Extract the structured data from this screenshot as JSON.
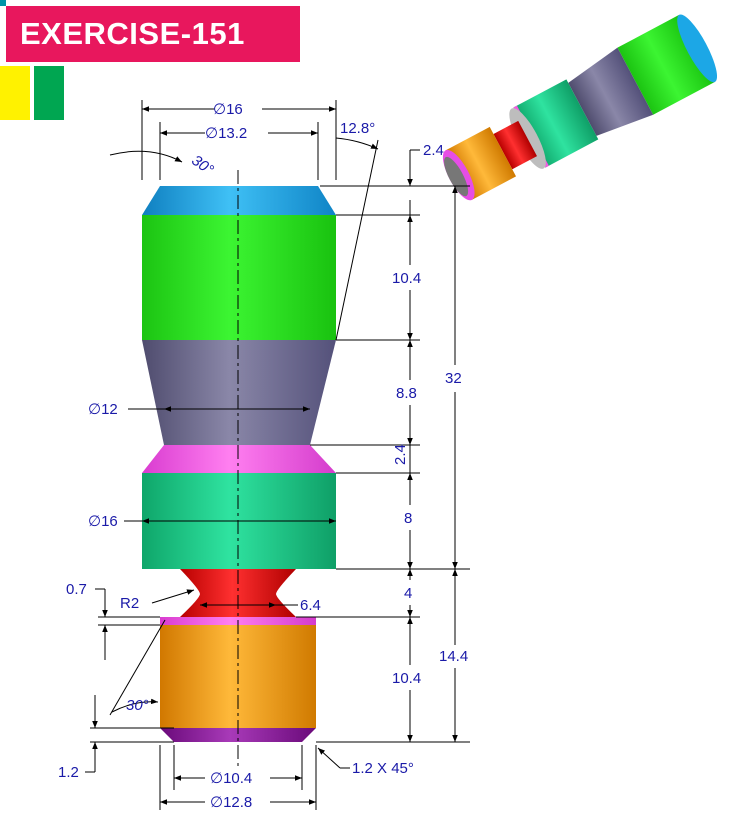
{
  "title": {
    "prefix": "EXERCISE-",
    "number": "151"
  },
  "colors": {
    "banner": "#e8175d",
    "chamfer_top": "#1ca7e6",
    "cylinder_top": "#22e01a",
    "taper": "#6c6a8c",
    "collar_chamfer": "#f25ae0",
    "collar": "#17c985",
    "groove": "#e81414",
    "stub_chamfer": "#e64de6",
    "stub": "#f5a00f",
    "stub_bottom": "#8a1a9a",
    "dimension_text": "#1a1aa8"
  },
  "dimensions": {
    "d16_top": "∅16",
    "d13_2": "∅13.2",
    "angle_12_8": "12.8°",
    "angle_30_top": "30°",
    "len_2_4_top": "2.4",
    "len_10_4_top": "10.4",
    "len_8_8": "8.8",
    "len_32": "32",
    "d12": "∅12",
    "len_2_4_mid": "2.4",
    "d16_mid": "∅16",
    "len_8": "8",
    "len_0_7": "0.7",
    "r2": "R2",
    "len_6_4": "6.4",
    "len_4": "4",
    "len_14_4": "14.4",
    "len_10_4_bottom": "10.4",
    "angle_30_bottom": "30°",
    "len_1_2": "1.2",
    "chamfer_1_2x45": "1.2 X 45°",
    "d10_4": "∅10.4",
    "d12_8": "∅12.8"
  }
}
